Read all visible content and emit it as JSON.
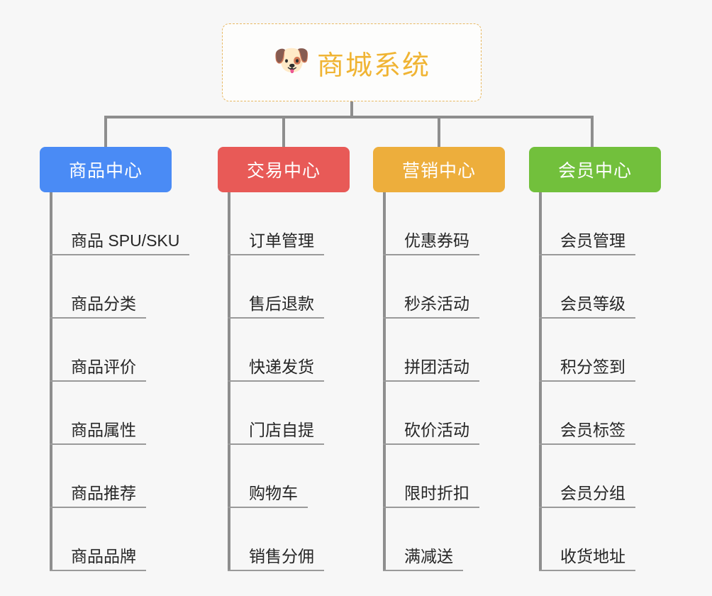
{
  "root": {
    "title": "商城系统",
    "icon": "shiba-dog-face-icon",
    "icon_glyph": "🐶",
    "border_color": "#e8b963",
    "text_color": "#f0b433"
  },
  "branches": [
    {
      "label": "商品中心",
      "color": "#4a8bf5",
      "items": [
        "商品 SPU/SKU",
        "商品分类",
        "商品评价",
        "商品属性",
        "商品推荐",
        "商品品牌"
      ]
    },
    {
      "label": "交易中心",
      "color": "#e85a57",
      "items": [
        "订单管理",
        "售后退款",
        "快递发货",
        "门店自提",
        "购物车",
        "销售分佣"
      ]
    },
    {
      "label": "营销中心",
      "color": "#edae3c",
      "items": [
        "优惠券码",
        "秒杀活动",
        "拼团活动",
        "砍价活动",
        "限时折扣",
        "满减送"
      ]
    },
    {
      "label": "会员中心",
      "color": "#72c03c",
      "items": [
        "会员管理",
        "会员等级",
        "积分签到",
        "会员标签",
        "会员分组",
        "收货地址"
      ]
    }
  ],
  "theme": {
    "background": "#f7f7f7",
    "connector_color": "#8e8e8e",
    "leaf_text_color": "#262626",
    "leaf_rule_color": "#9a9a9a"
  }
}
